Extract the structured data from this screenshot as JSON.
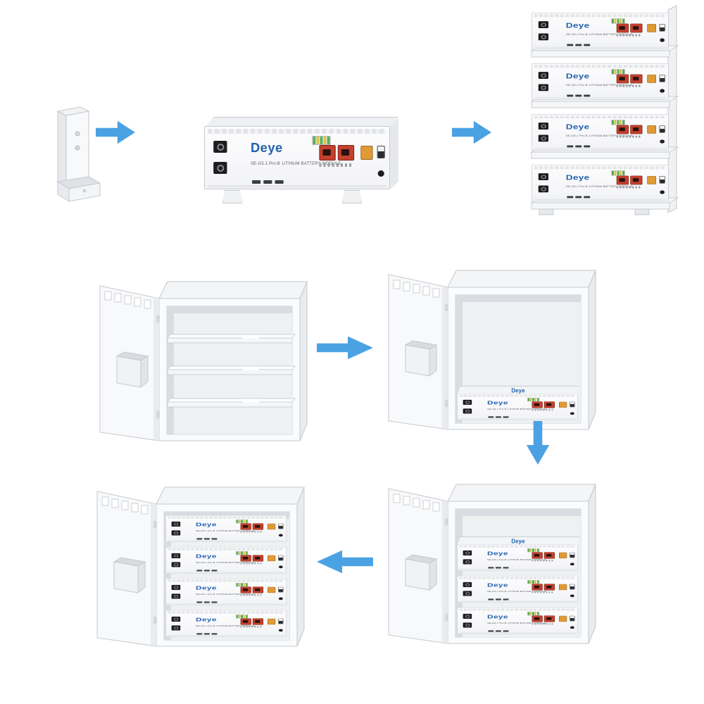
{
  "product": {
    "brand": "Deye",
    "model": "SE-G5.1 Pro-B",
    "category": "LITHIUM BATTERY MODULE"
  },
  "colors": {
    "background": "#FFFFFF",
    "arrow_blue": "#4BA2E3",
    "brand_blue": "#2161AE",
    "connector_red": "#C5402C",
    "connector_orange": "#E09A35",
    "port_black": "#1D1D20",
    "sticker_green": "#5AAE5C",
    "cabinet_body": "#FAFBFC",
    "outline_gray": "#C5C8CD"
  },
  "icons": {
    "arrow_right": "→",
    "arrow_down": "↓",
    "arrow_left": "←"
  }
}
